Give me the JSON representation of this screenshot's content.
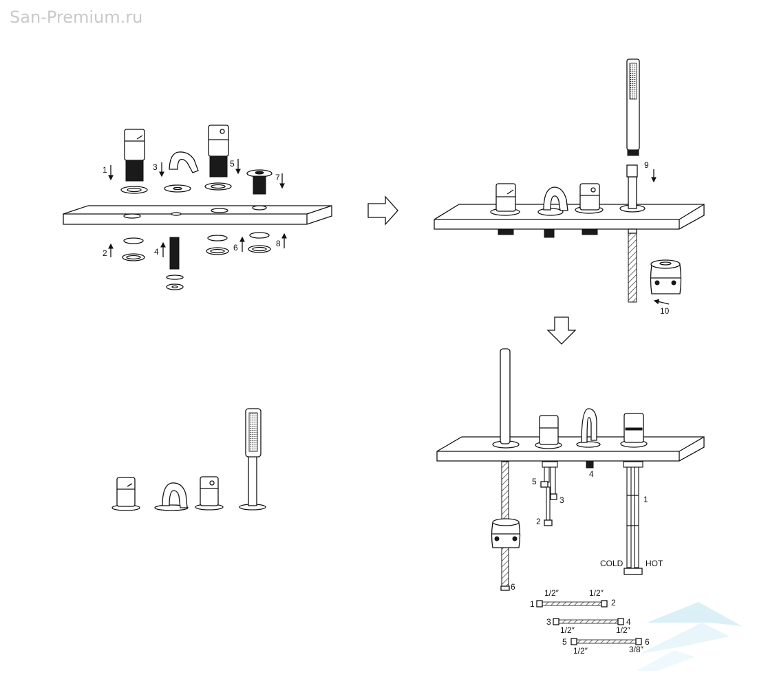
{
  "watermark": "San-Premium.ru",
  "step1": {
    "part_labels": [
      "1",
      "2",
      "3",
      "4",
      "5",
      "6",
      "7",
      "8"
    ]
  },
  "step2": {
    "part_labels": [
      "9",
      "10"
    ]
  },
  "step4": {
    "hose_labels": [
      "1",
      "2",
      "3",
      "4",
      "5",
      "6"
    ],
    "cold_label": "COLD",
    "hot_label": "HOT"
  },
  "hoses": [
    {
      "left_end": "1",
      "right_end": "2",
      "left_size": "1/2″",
      "right_size": "1/2″"
    },
    {
      "left_end": "3",
      "right_end": "4",
      "left_size": "1/2″",
      "right_size": "1/2″"
    },
    {
      "left_end": "5",
      "right_end": "6",
      "left_size": "1/2″",
      "right_size": "3/8″"
    }
  ],
  "icons": {
    "arrow_right": "arrow-right-icon",
    "arrow_down": "arrow-down-icon",
    "logo": "bird-logo-icon"
  }
}
